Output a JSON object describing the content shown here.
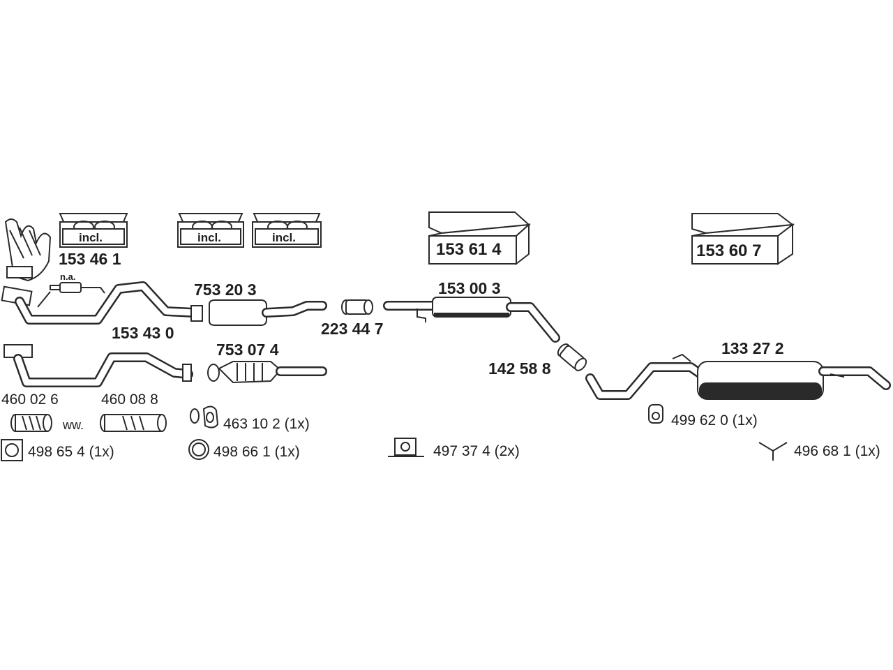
{
  "parts": {
    "manifold": "153 46 1",
    "front_pipe_a": "753 20 3",
    "front_pipe_b": "153 43 0",
    "catalyst": "753 07 4",
    "clamp_a": "223 44 7",
    "middle_kit": "153 61 4",
    "middle_silencer": "153 00 3",
    "clamp_b": "142 58 8",
    "rear_kit": "153 60 7",
    "rear_silencer": "133 27 2",
    "flexpipe_a": "460 02 6",
    "flexpipe_b": "460 08 8",
    "gasket_a": "463 10 2 (1x)",
    "gasket_b": "498 65 4 (1x)",
    "ring": "498 66 1 (1x)",
    "hanger_a": "497 37 4 (2x)",
    "hanger_b": "499 62 0  (1x)",
    "hanger_c": "496 68 1 (1x)"
  },
  "notes": {
    "incl": "incl.",
    "na": "n.a.",
    "ww": "ww."
  }
}
